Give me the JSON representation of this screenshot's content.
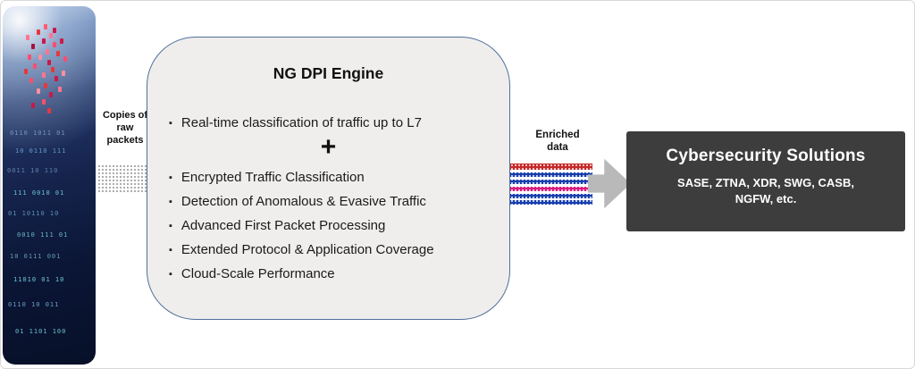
{
  "left_panel": {
    "binary_rows": [
      "0110 1011 01",
      "10 0110 111",
      "0011 10 110",
      "111 0010 01",
      "01 10110 10",
      "0010 111 01",
      "10 0111 001",
      "11010 01 10",
      "0110 10 011",
      "01 1101 100"
    ]
  },
  "flow": {
    "raw_packets_label": "Copies of raw packets",
    "enriched_label": "Enriched data"
  },
  "engine": {
    "title": "NG DPI Engine",
    "bullet_glyph": "▪",
    "headline_bullet": "Real-time classification of traffic up to L7",
    "plus": "+",
    "bullets": [
      "Encrypted Traffic Classification",
      "Detection of Anomalous & Evasive Traffic",
      "Advanced First Packet Processing",
      "Extended Protocol & Application Coverage",
      "Cloud-Scale Performance"
    ]
  },
  "solutions": {
    "title": "Cybersecurity Solutions",
    "subtitle": "SASE, ZTNA, XDR, SWG, CASB, NGFW, etc."
  },
  "colors": {
    "engine_border": "#4f6f9b",
    "engine_bg": "#efeeec",
    "solutions_bg": "#3d3d3d",
    "arrow_gray": "#b9b9b9",
    "stripe_red": "#c62828",
    "stripe_blue": "#1a3fae",
    "stripe_magenta": "#d81b7f"
  }
}
